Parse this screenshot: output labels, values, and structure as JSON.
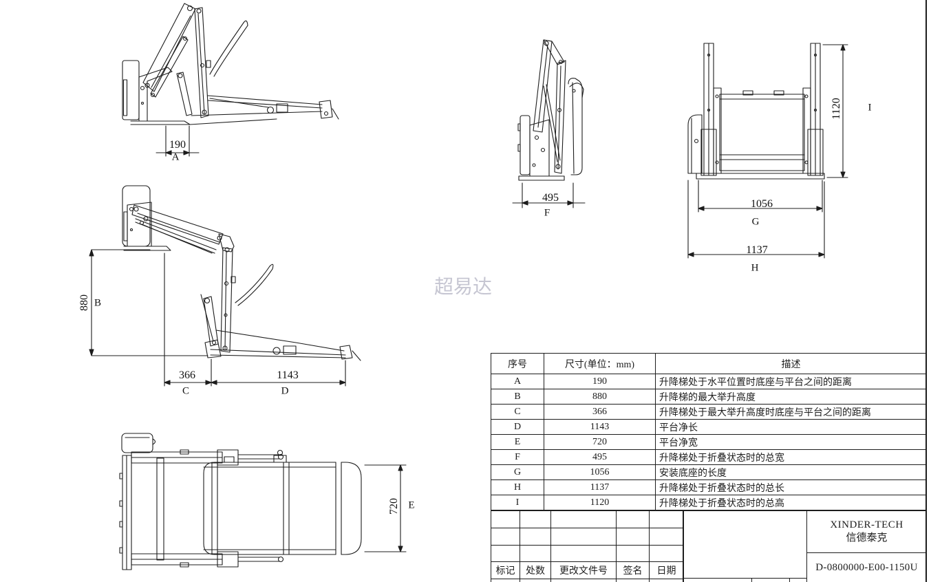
{
  "watermark": {
    "text": "超易达",
    "color": "#c6c6d2"
  },
  "dims": {
    "A": {
      "value": "190",
      "label": "A"
    },
    "B": {
      "value": "880",
      "label": "B"
    },
    "C": {
      "value": "366",
      "label": "C"
    },
    "D": {
      "value": "1143",
      "label": "D"
    },
    "E": {
      "value": "720",
      "label": "E"
    },
    "F": {
      "value": "495",
      "label": "F"
    },
    "G": {
      "value": "1056",
      "label": "G"
    },
    "H": {
      "value": "1137",
      "label": "H"
    },
    "I": {
      "value": "1120",
      "label": "I"
    }
  },
  "spec_table": {
    "headers": [
      "序号",
      "尺寸(单位：mm)",
      "描述"
    ],
    "rows": [
      {
        "id": "A",
        "size": "190",
        "desc": "升降梯处于水平位置时底座与平台之间的距离"
      },
      {
        "id": "B",
        "size": "880",
        "desc": "升降梯的最大举升高度"
      },
      {
        "id": "C",
        "size": "366",
        "desc": "升降梯处于最大举升高度时底座与平台之间的距离"
      },
      {
        "id": "D",
        "size": "1143",
        "desc": "平台净长"
      },
      {
        "id": "E",
        "size": "720",
        "desc": "平台净宽"
      },
      {
        "id": "F",
        "size": "495",
        "desc": "升降梯处于折叠状态时的总宽"
      },
      {
        "id": "G",
        "size": "1056",
        "desc": "安装底座的长度"
      },
      {
        "id": "H",
        "size": "1137",
        "desc": "升降梯处于折叠状态时的总长"
      },
      {
        "id": "I",
        "size": "1120",
        "desc": "升降梯处于折叠状态时的总高"
      }
    ]
  },
  "title_block": {
    "revision_headers": [
      "标记",
      "处数",
      "更改文件号",
      "签名",
      "日期"
    ],
    "company_en": "XINDER-TECH",
    "company_cn": "信德泰克",
    "drawing_number": "D-0800000-E00-1150U"
  }
}
